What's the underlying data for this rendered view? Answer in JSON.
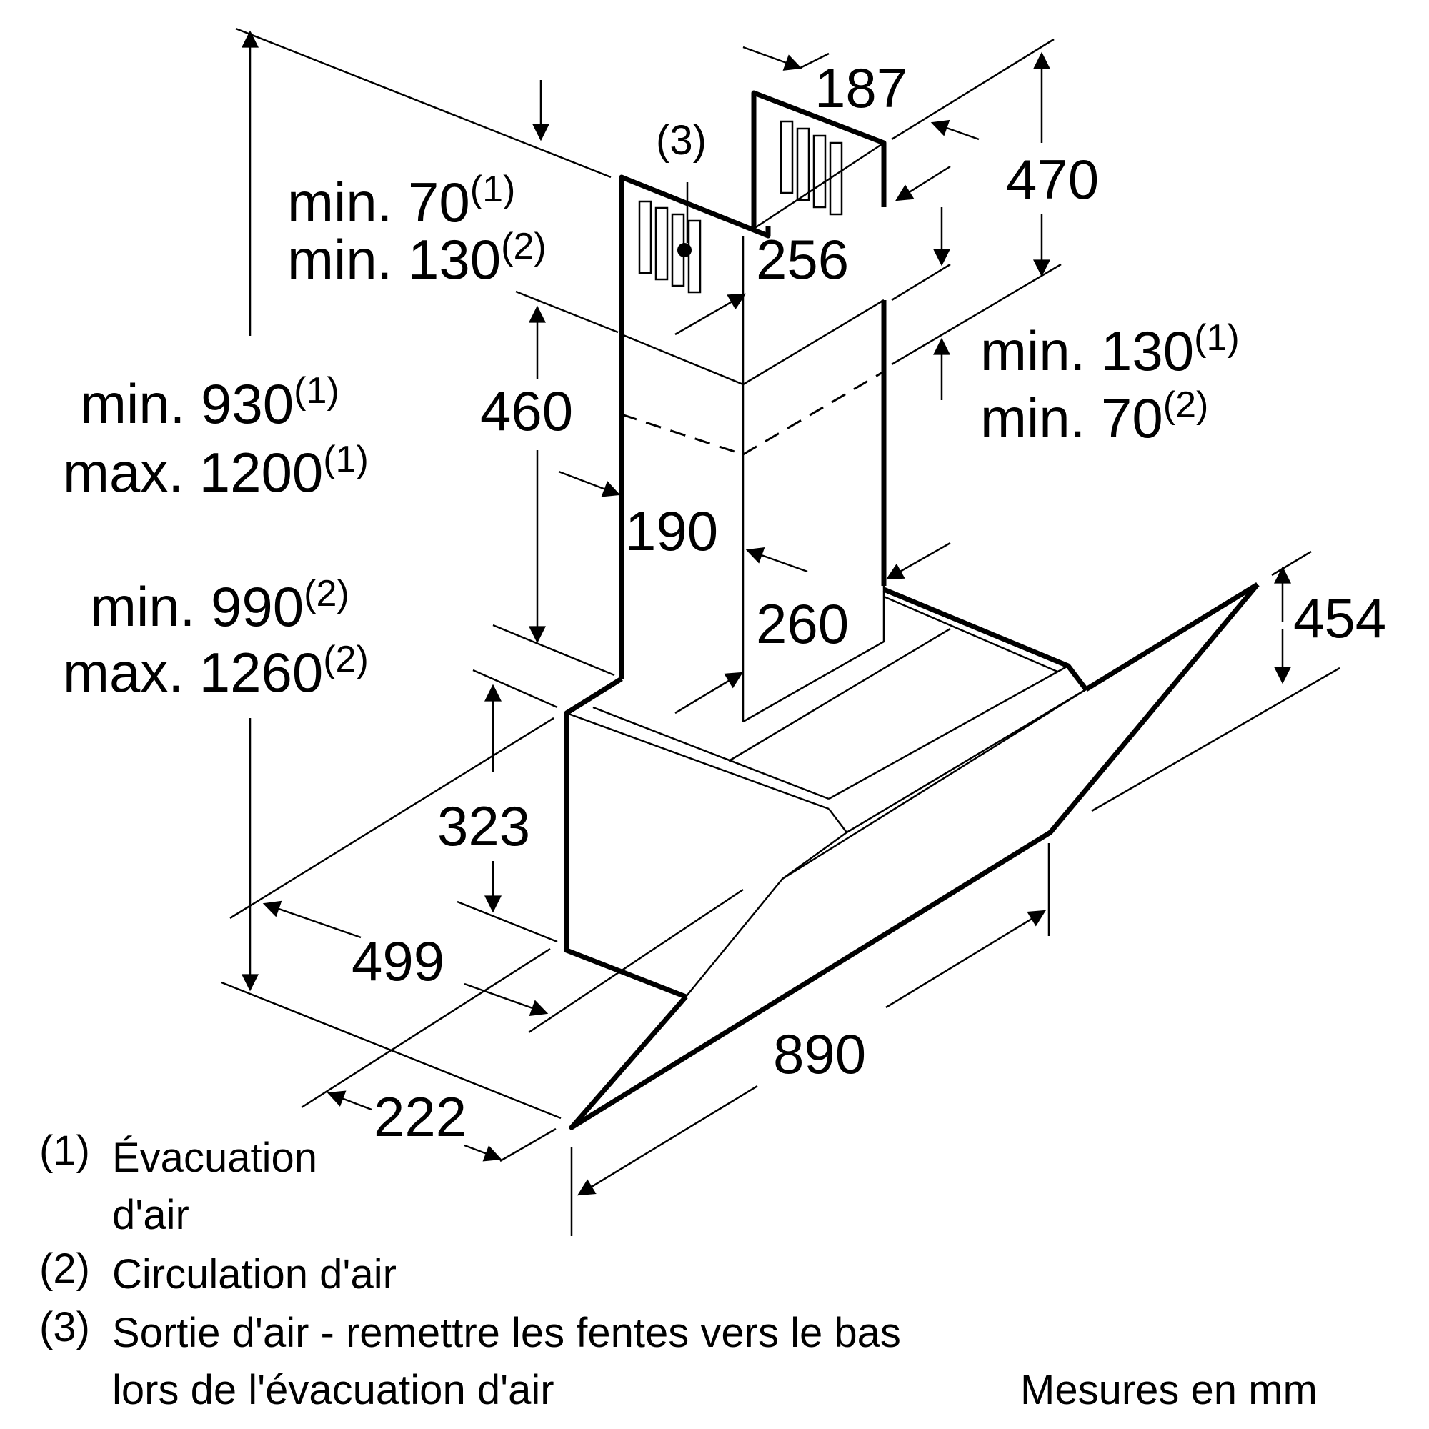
{
  "dimensions": {
    "d187": "187",
    "d470": "470",
    "d256": "256",
    "d460": "460",
    "d190": "190",
    "d260": "260",
    "d454": "454",
    "d323": "323",
    "d499": "499",
    "d222": "222",
    "d890": "890"
  },
  "notes": {
    "n3": "(3)",
    "top_left_line1": "min. 70",
    "top_left_line1_sup": "(1)",
    "top_left_line2": "min. 130",
    "top_left_line2_sup": "(2)",
    "right_line1": "min. 130",
    "right_line1_sup": "(1)",
    "right_line2": "min. 70",
    "right_line2_sup": "(2)",
    "height1_line1": "min. 930",
    "height1_line1_sup": "(1)",
    "height1_line2": "max. 1200",
    "height1_line2_sup": "(1)",
    "height2_line1": "min. 990",
    "height2_line1_sup": "(2)",
    "height2_line2": "max. 1260",
    "height2_line2_sup": "(2)"
  },
  "legend": [
    {
      "num": "(1)",
      "line1": "Évacuation",
      "line2": "d'air"
    },
    {
      "num": "(2)",
      "line1": "Circulation d'air",
      "line2": ""
    },
    {
      "num": "(3)",
      "line1": "Sortie d'air - remettre les fentes vers le bas",
      "line2": "lors de l'évacuation d'air"
    }
  ],
  "units": "Mesures en mm"
}
